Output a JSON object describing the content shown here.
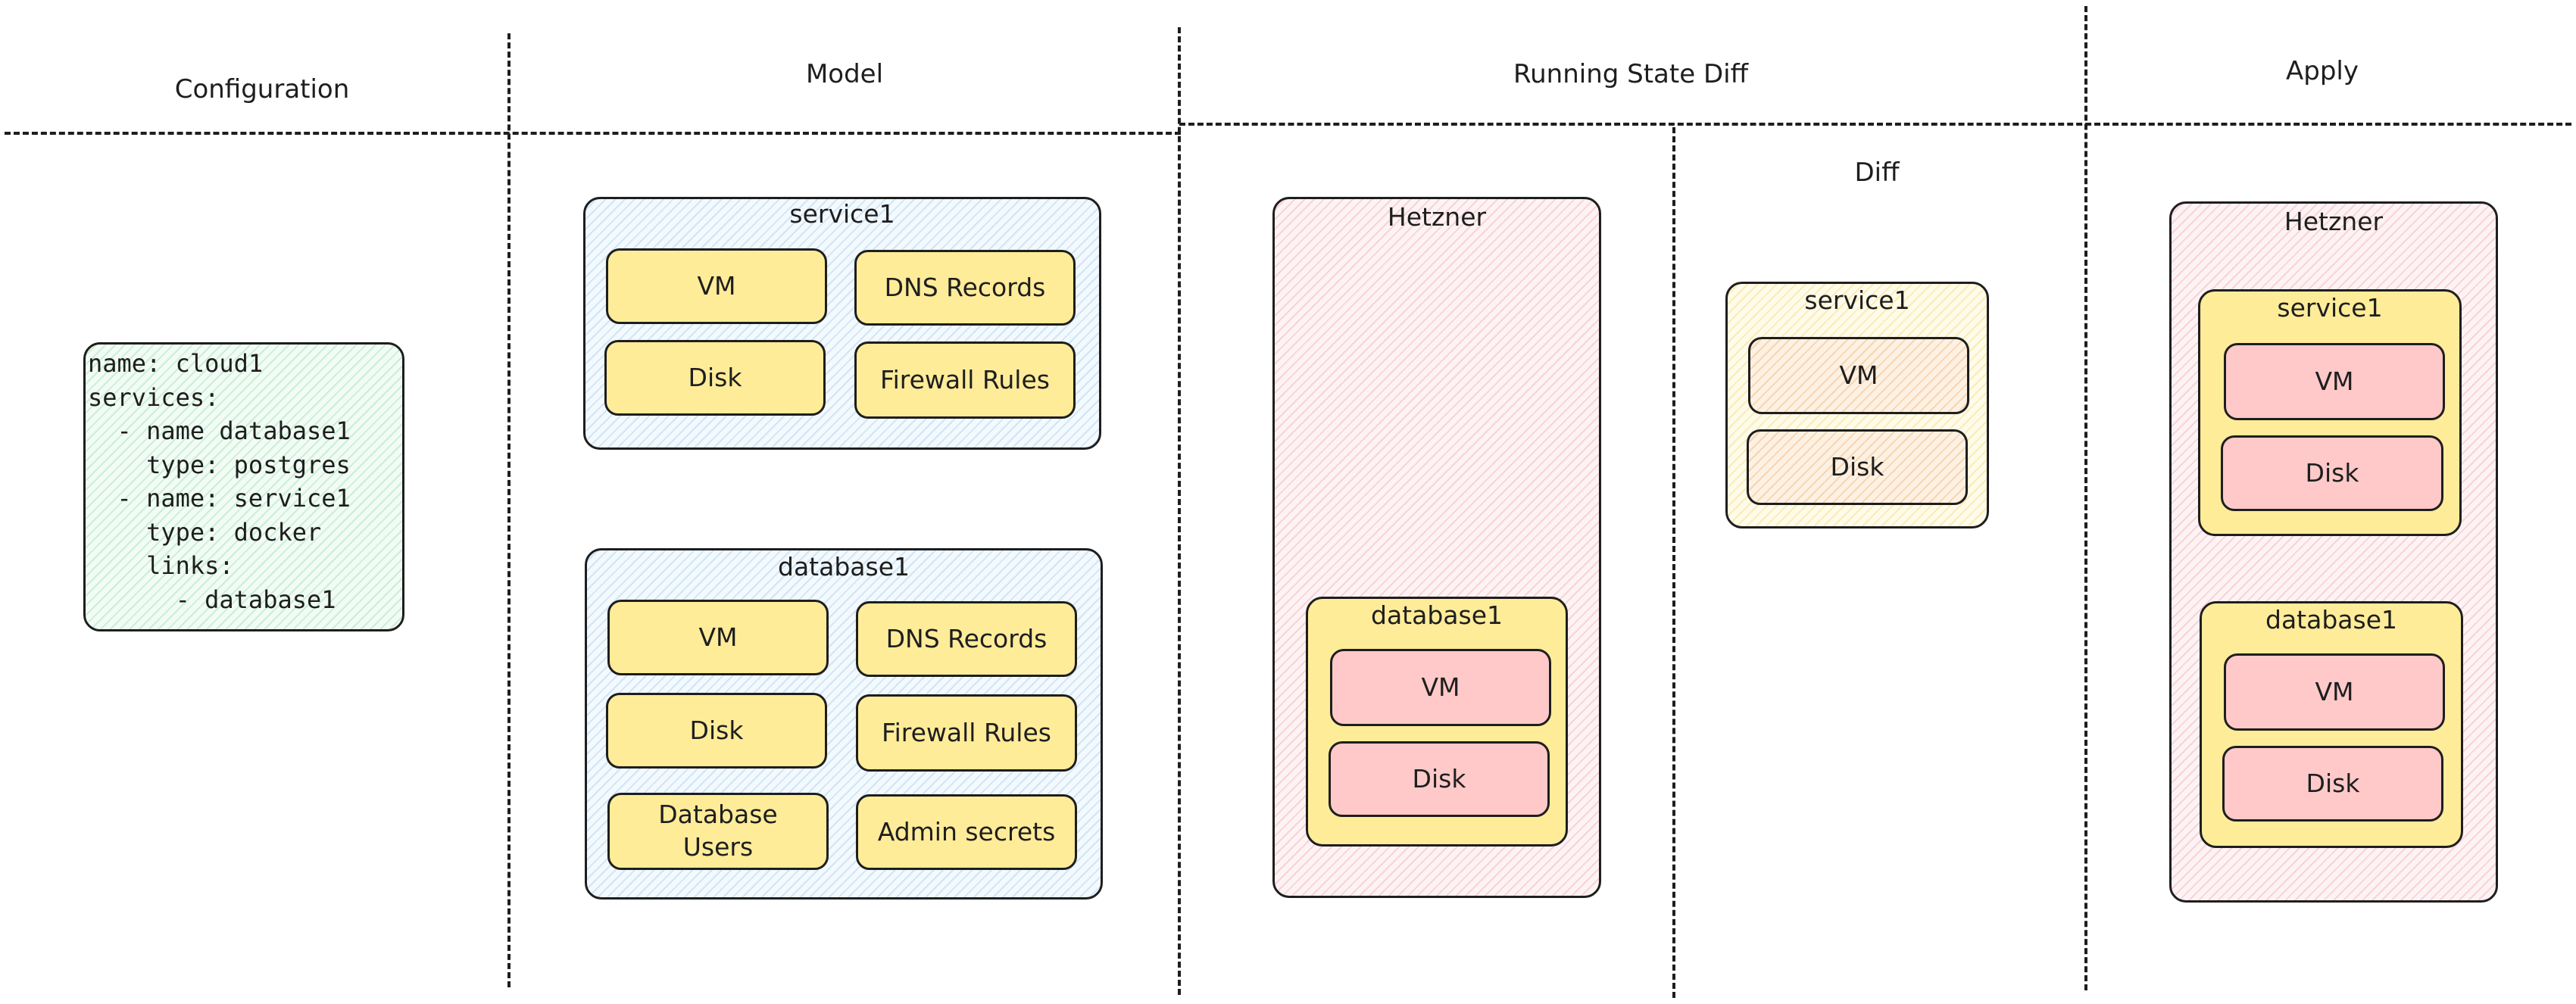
{
  "columns": {
    "configuration": "Configuration",
    "model": "Model",
    "running_state_diff": "Running State Diff",
    "diff": "Diff",
    "apply": "Apply"
  },
  "configuration": {
    "lines": [
      "name: cloud1",
      "services:",
      "  - name database1",
      "    type: postgres",
      "  - name: service1",
      "    type: docker",
      "    links:",
      "      - database1"
    ]
  },
  "model": {
    "service1": {
      "title": "service1",
      "items": [
        "VM",
        "DNS Records",
        "Disk",
        "Firewall Rules"
      ]
    },
    "database1": {
      "title": "database1",
      "items": [
        "VM",
        "DNS Records",
        "Disk",
        "Firewall Rules",
        "Database Users",
        "Admin secrets"
      ]
    }
  },
  "running_state": {
    "provider": "Hetzner",
    "database1": {
      "title": "database1",
      "items": [
        "VM",
        "Disk"
      ]
    }
  },
  "diff": {
    "service1": {
      "title": "service1",
      "items": [
        "VM",
        "Disk"
      ]
    }
  },
  "apply": {
    "provider": "Hetzner",
    "service1": {
      "title": "service1",
      "items": [
        "VM",
        "Disk"
      ]
    },
    "database1": {
      "title": "database1",
      "items": [
        "VM",
        "Disk"
      ]
    }
  },
  "colors": {
    "stroke": "#1e1e1e",
    "blue_fill": "#cfe6f7",
    "pink_fill": "#ffc9c9",
    "green_fill": "#c9f0d4",
    "yellow_fill": "#ffec99",
    "orange_fill": "#f7d6b0"
  }
}
